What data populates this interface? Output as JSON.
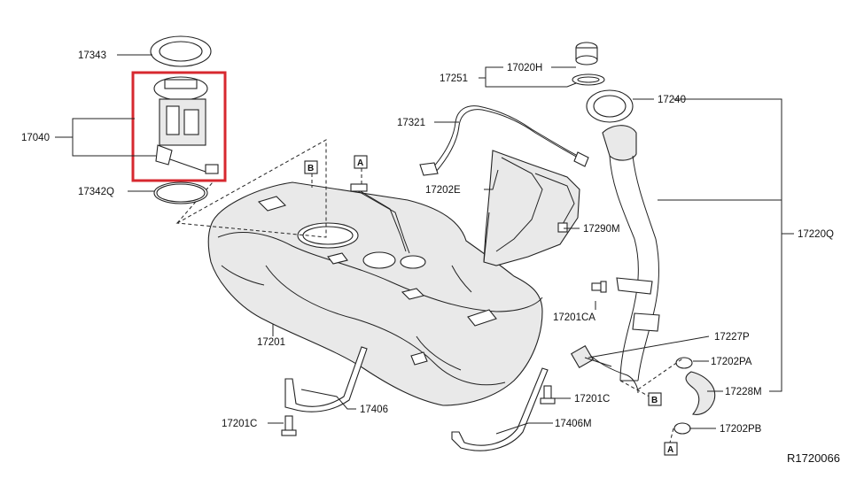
{
  "diagram": {
    "ref_code": "R1720066",
    "highlight_color": "#d7282f",
    "parts": {
      "p17343": "17343",
      "p17040": "17040",
      "p17342q": "17342Q",
      "p17321": "17321",
      "p17202e": "17202E",
      "p17290m": "17290M",
      "p17020h": "17020H",
      "p17251": "17251",
      "p17240": "17240",
      "p17220q": "17220Q",
      "p17201ca": "17201CA",
      "p17227p": "17227P",
      "p17202pa": "17202PA",
      "p17228m": "17228M",
      "p17202pb": "17202PB",
      "p17201": "17201",
      "p17406": "17406",
      "p17406m": "17406M",
      "p17201c_left": "17201C",
      "p17201c_right": "17201C"
    },
    "callouts": {
      "a_top": "A",
      "b_top": "B",
      "b_right": "B",
      "a_bottom": "A"
    }
  }
}
